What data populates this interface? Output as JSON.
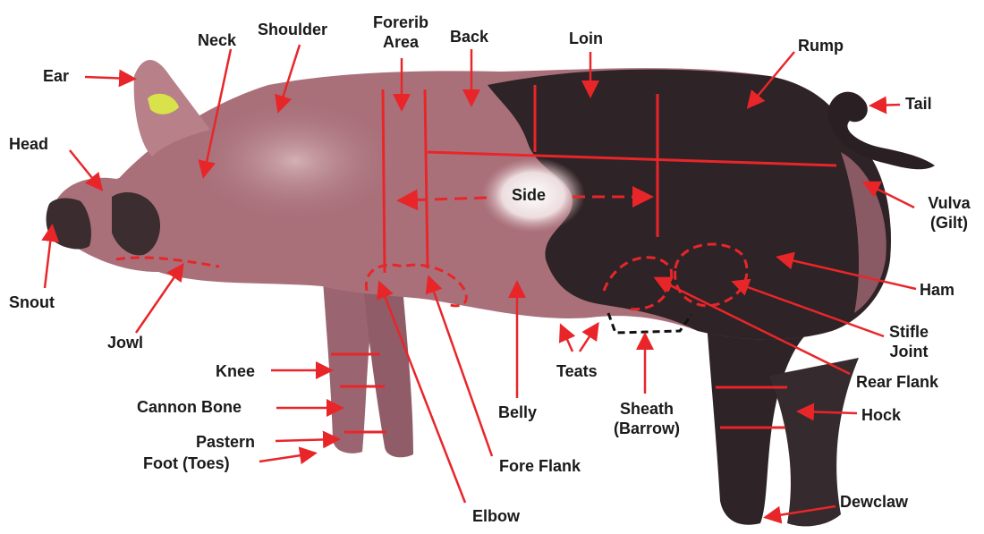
{
  "labels": {
    "ear": "Ear",
    "neck": "Neck",
    "shoulder": "Shoulder",
    "forerib_area": "Forerib Area",
    "back": "Back",
    "loin": "Loin",
    "rump": "Rump",
    "tail": "Tail",
    "head": "Head",
    "vulva_gilt": "Vulva (Gilt)",
    "side": "Side",
    "snout": "Snout",
    "ham": "Ham",
    "jowl": "Jowl",
    "stifle_joint": "Stifle Joint",
    "rear_flank": "Rear Flank",
    "teats": "Teats",
    "knee": "Knee",
    "hock": "Hock",
    "cannon_bone": "Cannon Bone",
    "belly": "Belly",
    "sheath_barrow": "Sheath (Barrow)",
    "pastern": "Pastern",
    "foot_toes": "Foot (Toes)",
    "fore_flank": "Fore Flank",
    "dewclaw": "Dewclaw",
    "elbow": "Elbow"
  },
  "colors": {
    "pig_pink": "#a9707a",
    "pig_light": "#c4989c",
    "pig_dark": "#2e2326",
    "tag_yellow": "#d8e24a",
    "arrow_red": "#e8262a",
    "sheath_dash": "#111111"
  }
}
